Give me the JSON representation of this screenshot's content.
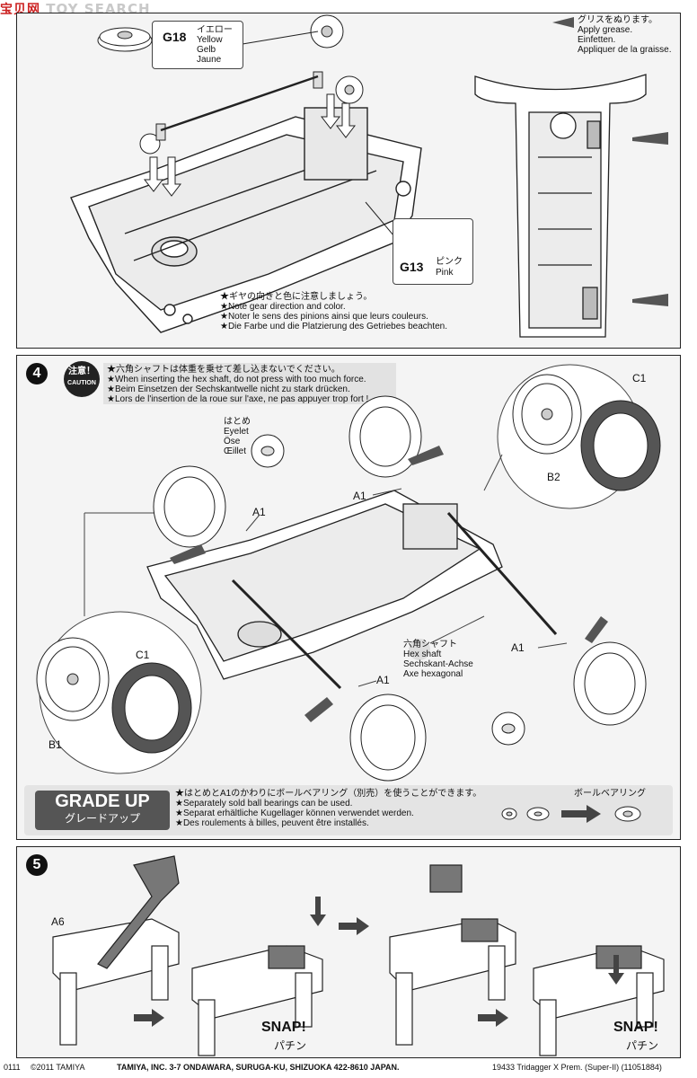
{
  "watermark": {
    "cn": "宝贝网",
    "en": "TOY SEARCH"
  },
  "step3": {
    "g18_code": "G18",
    "g18_names": [
      "イエロー",
      "Yellow",
      "Gelb",
      "Jaune"
    ],
    "g13_code": "G13",
    "g13_names": [
      "ピンク",
      "Pink"
    ],
    "grease_lines": [
      "グリスをぬります。",
      "Apply grease.",
      "Einfetten.",
      "Appliquer de la graisse."
    ],
    "note_lines": [
      "★ギヤの向きと色に注意しましょう。",
      "★Note gear direction and color.",
      "★Noter le sens des pinions ainsi que leurs couleurs.",
      "★Die Farbe und die Platzierung des Getriebes beachten."
    ]
  },
  "step4": {
    "number": "4",
    "caution_badge": [
      "注意！",
      "CAUTION"
    ],
    "caution_lines": [
      "★六角シャフトは体重を乗せて差し込まないでください。",
      "★When inserting the hex shaft, do not press with too much force.",
      "★Beim Einsetzen der Sechskantwelle nicht zu stark drücken.",
      "★Lors de l'insertion de la roue sur l'axe, ne pas appuyer trop fort !"
    ],
    "eyelet_lines": [
      "はとめ",
      "Eyelet",
      "Öse",
      "Œillet"
    ],
    "hexshaft_lines": [
      "六角シャフト",
      "Hex shaft",
      "Sechskant-Achse",
      "Axe hexagonal"
    ],
    "part_a1": "A1",
    "part_b1": "B1",
    "part_b2": "B2",
    "part_c1": "C1",
    "gradeup_en": "GRADE UP",
    "gradeup_jp": "グレードアップ",
    "gradeup_lines": [
      "★はとめとA1のかわりにボールベアリング（別売）を使うことができます。",
      "★Separately sold ball bearings can be used.",
      "★Separat erhältliche Kugellager können verwendet werden.",
      "★Des roulements à billes, peuvent être installés."
    ],
    "ballbearing": "ボールベアリング"
  },
  "step5": {
    "number": "5",
    "part_a6": "A6",
    "snap": "SNAP!",
    "snap_jp": "パチン"
  },
  "footer": {
    "code": "0111",
    "copyright": "©2011 TAMIYA",
    "company": "TAMIYA, INC.  3-7 ONDAWARA, SURUGA-KU, SHIZUOKA 422-8610 JAPAN.",
    "item": "19433  Tridagger X Prem. (Super-II) (11051884)"
  }
}
